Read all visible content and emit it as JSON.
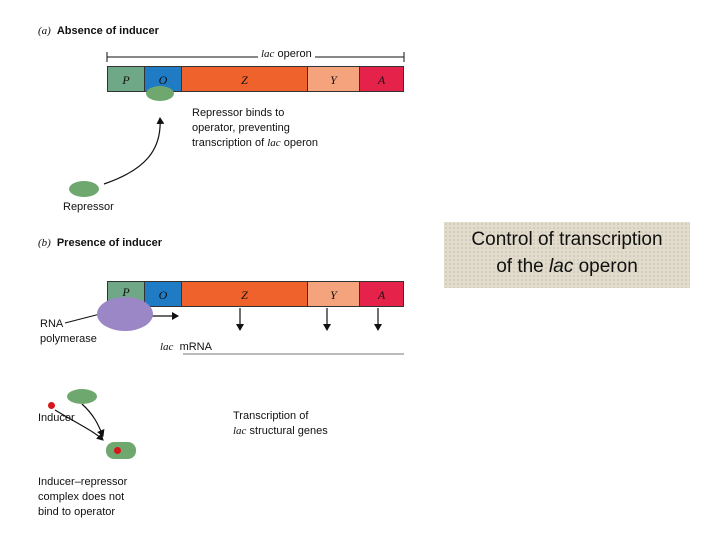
{
  "panel_a": {
    "letter": "(a)",
    "title": "Absence of inducer",
    "operon_label_italic": "lac",
    "operon_label_rest": " operon",
    "genes": [
      "P",
      "O",
      "Z",
      "Y",
      "A"
    ],
    "note_line1": "Repressor binds to",
    "note_line2": "operator, preventing",
    "note_line3_pre": "transcription of ",
    "note_line3_italic": "lac",
    "note_line3_post": " operon",
    "repressor_label": "Repressor"
  },
  "panel_b": {
    "letter": "(b)",
    "title": "Presence of inducer",
    "genes": [
      "P",
      "O",
      "Z",
      "Y",
      "A"
    ],
    "rna_label_line1": "RNA",
    "rna_label_line2": "polymerase",
    "mrna_italic": "lac",
    "mrna_rest": "mRNA",
    "inducer_label": "Inducer",
    "complex_line1": "Inducer–repressor",
    "complex_line2": "complex does not",
    "complex_line3": "bind to operator",
    "transcription_line1": "Transcription of",
    "transcription_line2_italic": "lac",
    "transcription_line2_rest": " structural genes"
  },
  "caption": {
    "line1": "Control of transcription",
    "line2_pre": "of the ",
    "line2_italic": "lac",
    "line2_post": " operon"
  },
  "colors": {
    "promoter": "#6fa887",
    "operator": "#1f7bc4",
    "gene_z": "#f0622b",
    "gene_y": "#f5a37c",
    "gene_a": "#e5234a",
    "repressor": "#6fa86f",
    "rna_polymerase": "#9b87c6",
    "inducer": "#d8141c"
  }
}
